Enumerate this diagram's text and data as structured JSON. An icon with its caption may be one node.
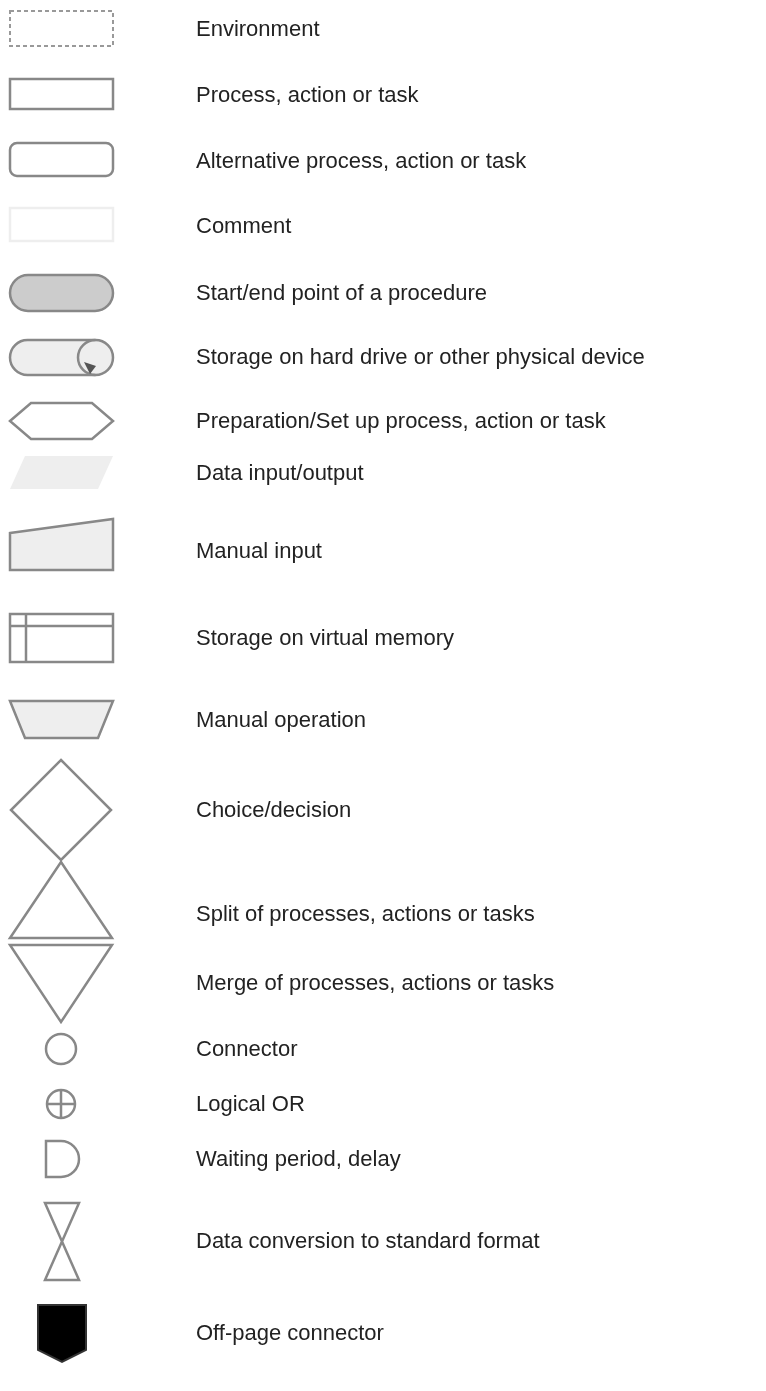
{
  "diagram": {
    "nodes": [
      {
        "text": [],
        "shape": "frame",
        "beside": [
          "Environment"
        ]
      },
      {
        "text": [],
        "shape": "box",
        "beside": [
          "Process, action or task"
        ]
      },
      {
        "text": [],
        "shape": "rounded-box",
        "beside": [
          "Alternative process, action or task"
        ]
      },
      {
        "text": [],
        "shape": "note",
        "beside": [
          "Comment"
        ]
      },
      {
        "text": [],
        "shape": "stadium",
        "beside": [
          "Start/end point of a procedure"
        ]
      },
      {
        "text": [],
        "shape": "cylinder",
        "beside": [
          "Storage on hard drive or other physical device"
        ]
      },
      {
        "text": [],
        "shape": "hexagon",
        "beside": [
          "Preparation/Set up process, action or task"
        ]
      },
      {
        "text": [],
        "shape": "parallelogram",
        "beside": [
          "Data input/output"
        ]
      },
      {
        "text": [],
        "shape": "slanted-box",
        "beside": [
          "Manual input"
        ]
      },
      {
        "text": [],
        "shape": "grid",
        "beside": [
          "Storage on virtual memory"
        ]
      },
      {
        "text": [],
        "shape": "trapezoid",
        "beside": [
          "Manual operation"
        ]
      },
      {
        "text": [],
        "shape": "diamond",
        "beside": [
          "Choice/decision"
        ]
      },
      {
        "text": [],
        "shape": "triangle",
        "beside": [
          "Split of processes, actions or tasks"
        ]
      },
      {
        "text": [],
        "shape": "inverted-triangle",
        "beside": [
          "Merge of processes, actions or tasks"
        ]
      },
      {
        "text": [],
        "shape": "circle"
      },
      {
        "text": [],
        "shape": "circle-plus"
      },
      {
        "text": [],
        "shape": "half-circle"
      },
      {
        "text": [],
        "shape": "hourglass"
      },
      {
        "text": [],
        "shape": "pentagon"
      }
    ],
    "labels": [
      "Connector",
      "Logical OR",
      "Waiting period, delay",
      "Data conversion to standard format",
      "Off-page connector"
    ]
  }
}
